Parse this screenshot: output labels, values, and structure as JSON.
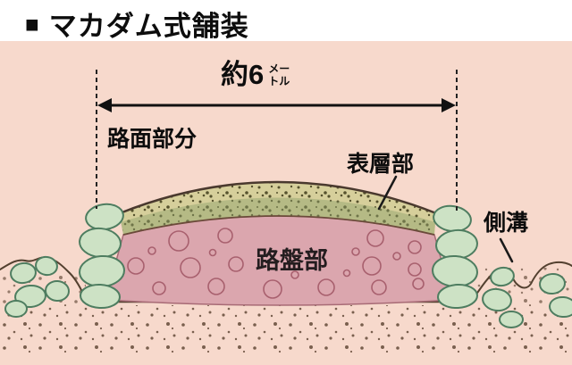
{
  "title": {
    "bullet": "■",
    "text": "マカダム式舗装"
  },
  "dimension": {
    "value": "約6",
    "unit_line1": "メー",
    "unit_line2": "トル"
  },
  "labels": {
    "road_surface": "路面部分",
    "top_layer": "表層部",
    "roadbed": "路盤部",
    "gutter": "側溝"
  },
  "colors": {
    "background_pink": "#f7d9cc",
    "surface_tan": "#d6cf9b",
    "surface_olive": "#8fa06a",
    "roadbed_pink": "#dba6ae",
    "roadbed_stone_outline": "#a8606e",
    "stone_green": "#cde2c5",
    "stone_green_outline": "#4e7d60",
    "ground_dot_brown": "#6b5140",
    "outline_brown": "#53402f",
    "line_black": "#111111"
  }
}
